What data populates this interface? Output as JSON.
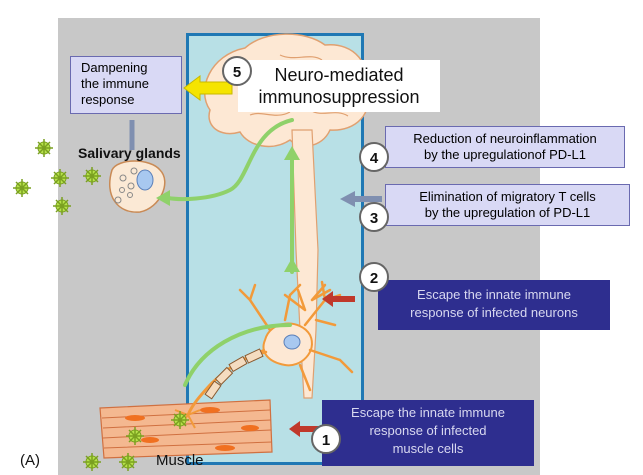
{
  "panel_label": "(A)",
  "steps": [
    {
      "number": "1",
      "text_line1": "Escape the innate immune",
      "text_line2": "response of infected",
      "text_line3": "muscle cells"
    },
    {
      "number": "2",
      "text_line1": "Escape the innate immune",
      "text_line2": "response of infected neurons"
    },
    {
      "number": "3",
      "text_line1": "Elimination of migratory T cells",
      "text_line2": "by the upregulation of PD-L1"
    },
    {
      "number": "4",
      "text_line1": "Reduction of neuroinflammation",
      "text_line2": "by the upregulationof PD-L1"
    },
    {
      "number": "5",
      "text_line1": "Neuro-mediated",
      "text_line2": "immunosuppression"
    }
  ],
  "dampening": {
    "line1": "Dampening",
    "line2": "the immune",
    "line3": "response"
  },
  "labels": {
    "salivary_glands": "Salivary glands",
    "muscle": "Muscle"
  },
  "colors": {
    "gray_panel": "#c8c8c8",
    "blue_panel": "#b8e0e6",
    "navy_box": "#2e2e8f",
    "lavender_box": "#d9d9f5",
    "green_arrow": "#8fd16a",
    "red_arrow": "#c0392b",
    "yellow_arrow": "#f5e400",
    "neuron": "#f29a3a"
  }
}
